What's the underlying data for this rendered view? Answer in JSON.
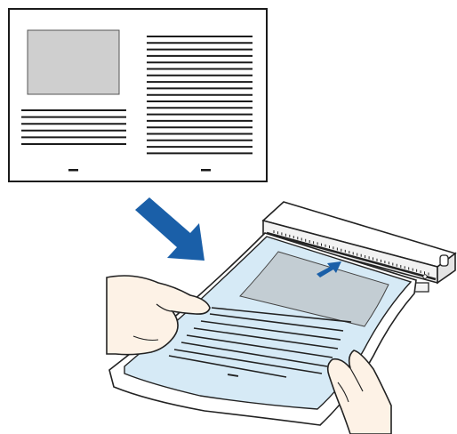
{
  "illustration": {
    "document_page": {
      "body_lines": 19,
      "footer_marks": 2
    },
    "arrow_color": "#1a5fa8",
    "carrier_sheet_color": "#d6eaf6",
    "carrier_image_color": "#c3cdd3",
    "scanner_feed_direction": "up-right"
  }
}
